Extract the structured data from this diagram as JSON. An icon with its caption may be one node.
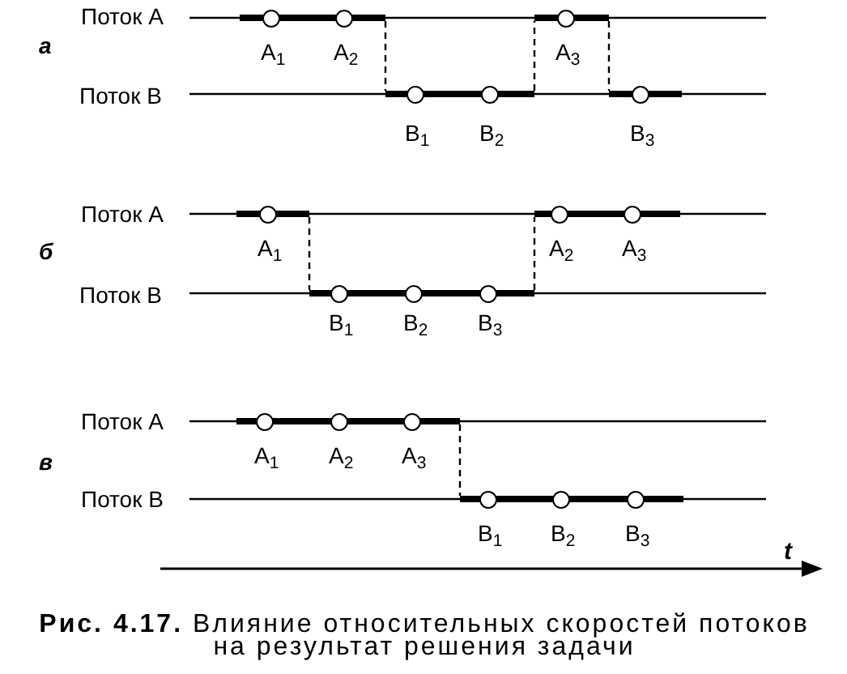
{
  "diagram": {
    "caption": "**Рис. 4.17.** Влияние относительных скоростей потоков на результат решения задачи",
    "nodes": [
      {
        "text": [],
        "shape": "bar"
      },
      {
        "text": [],
        "shape": "circle",
        "beside": [
          "A$_{1}$"
        ]
      },
      {
        "text": [],
        "shape": "circle",
        "beside": [
          "A$_{2}$"
        ]
      },
      {
        "text": [],
        "shape": "bar"
      },
      {
        "text": [],
        "shape": "circle",
        "beside": [
          "A$_{3}$"
        ]
      },
      {
        "text": [],
        "shape": "bar"
      },
      {
        "text": [],
        "shape": "circle",
        "beside": [
          "B$_{1}$"
        ]
      },
      {
        "text": [],
        "shape": "circle",
        "beside": [
          "B$_{2}$"
        ]
      },
      {
        "text": [],
        "shape": "bar"
      },
      {
        "text": [],
        "shape": "circle",
        "beside": [
          "B$_{3}$"
        ]
      },
      {
        "text": [],
        "shape": "bar"
      },
      {
        "text": [],
        "shape": "circle",
        "beside": [
          "A$_{1}$"
        ]
      },
      {
        "text": [],
        "shape": "bar"
      },
      {
        "text": [],
        "shape": "circle",
        "beside": [
          "A$_{2}$"
        ]
      },
      {
        "text": [],
        "shape": "circle",
        "beside": [
          "A$_{3}$"
        ]
      },
      {
        "text": [],
        "shape": "bar"
      },
      {
        "text": [],
        "shape": "circle",
        "beside": [
          "B$_{1}$"
        ]
      },
      {
        "text": [],
        "shape": "circle",
        "beside": [
          "B$_{2}$"
        ]
      },
      {
        "text": [],
        "shape": "circle",
        "beside": [
          "B$_{3}$"
        ]
      },
      {
        "text": [],
        "shape": "bar"
      },
      {
        "text": [],
        "shape": "circle",
        "beside": [
          "A$_{1}$"
        ]
      },
      {
        "text": [],
        "shape": "circle",
        "beside": [
          "A$_{2}$"
        ]
      },
      {
        "text": [],
        "shape": "circle",
        "beside": [
          "A$_{3}$"
        ]
      },
      {
        "text": [],
        "shape": "bar"
      },
      {
        "text": [],
        "shape": "circle",
        "beside": [
          "B$_{1}$"
        ]
      },
      {
        "text": [],
        "shape": "circle",
        "beside": [
          "B$_{2}$"
        ]
      },
      {
        "text": [],
        "shape": "circle",
        "beside": [
          "B$_{3}$"
        ]
      }
    ],
    "edges": [
      {
        "from": 0,
        "to": 5,
        "arrow": "none",
        "style": "dashed"
      },
      {
        "from": 5,
        "to": 3,
        "arrow": "none",
        "style": "dashed"
      },
      {
        "from": 3,
        "to": 8,
        "arrow": "none",
        "style": "dashed"
      },
      {
        "from": 10,
        "to": 15,
        "arrow": "none",
        "style": "dashed"
      },
      {
        "from": 15,
        "to": 12,
        "arrow": "none",
        "style": "dashed"
      },
      {
        "from": 19,
        "to": 23,
        "arrow": "none",
        "style": "dashed"
      }
    ],
    "labels": [
      "Поток А",
      "а",
      "Поток В",
      "Поток А",
      "б",
      "Поток В",
      "Поток А",
      "в",
      "Поток В",
      "t"
    ]
  }
}
